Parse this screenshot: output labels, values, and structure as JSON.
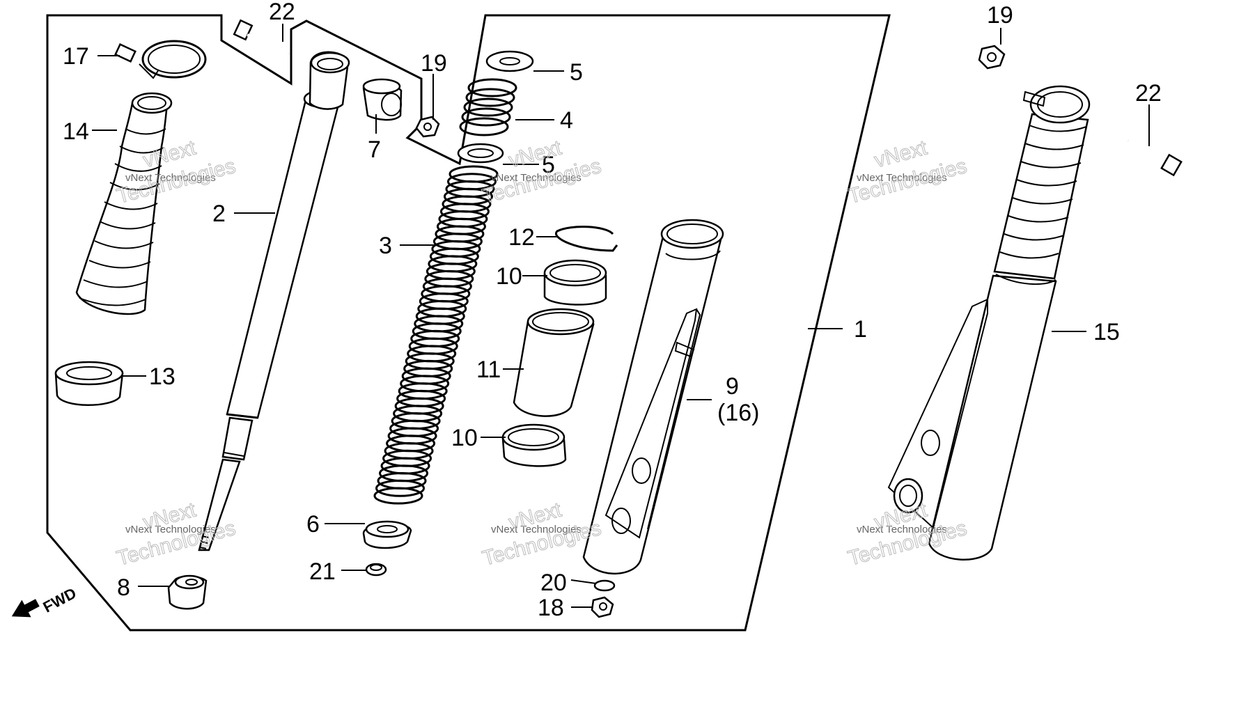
{
  "diagram": {
    "callouts": {
      "c1": "1",
      "c2": "2",
      "c3": "3",
      "c4": "4",
      "c5a": "5",
      "c5b": "5",
      "c6": "6",
      "c7": "7",
      "c8": "8",
      "c9": "9",
      "c9_sub": "(16)",
      "c10a": "10",
      "c10b": "10",
      "c11": "11",
      "c12": "12",
      "c13": "13",
      "c14": "14",
      "c15": "15",
      "c17": "17",
      "c18": "18",
      "c19a": "19",
      "c19b": "19",
      "c20": "20",
      "c21": "21",
      "c22a": "22",
      "c22b": "22"
    },
    "fwd_label": "FWD",
    "watermark": {
      "line1": "vNext Technologies",
      "line2": "vNext",
      "line3": "Technologies"
    }
  }
}
